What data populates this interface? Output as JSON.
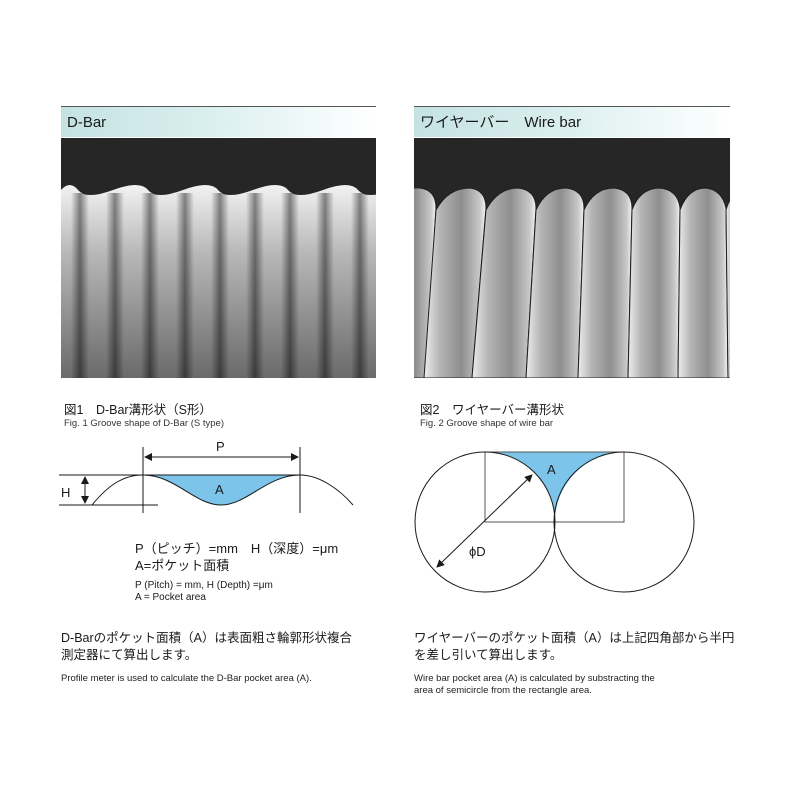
{
  "left_panel": {
    "header": "D-Bar",
    "photo_alt": "SEM photo of D-Bar grooves",
    "figure": {
      "title_jp": "図1　D-Bar溝形状（S形）",
      "title_en": "Fig. 1 Groove shape of D-Bar (S type)"
    },
    "diagram": {
      "label_P": "P",
      "label_H": "H",
      "label_A": "A"
    },
    "legend": {
      "line1_jp": "P（ピッチ）=mm　H（深度）=μm",
      "line2_jp": "A=ポケット面積",
      "line1_en": "P (Pitch) = mm, H (Depth) =μm",
      "line2_en": "A = Pocket area"
    },
    "description": {
      "jp_line1": "D-Barのポケット面積（A）は表面粗さ輪郭形状複合",
      "jp_line2": "測定器にて算出します。",
      "en": "Profile meter is used to calculate the D-Bar pocket area (A)."
    }
  },
  "right_panel": {
    "header": "ワイヤーバー　Wire bar",
    "photo_alt": "SEM photo of wire bar windings",
    "figure": {
      "title_jp": "図2　ワイヤーバー溝形状",
      "title_en": "Fig. 2 Groove shape of wire bar"
    },
    "diagram": {
      "label_A": "A",
      "label_D": "ϕD"
    },
    "description": {
      "jp_line1": "ワイヤーバーのポケット面積（A）は上記四角部から半円",
      "jp_line2": "を差し引いて算出します。",
      "en_line1": "Wire bar pocket area (A) is calculated by substracting the",
      "en_line2": "area of semicircle from the rectangle area."
    }
  },
  "colors": {
    "header_gradient_start": "#c5e2e3",
    "pocket_fill": "#7cc4ea",
    "line": "#1a1a1a"
  }
}
